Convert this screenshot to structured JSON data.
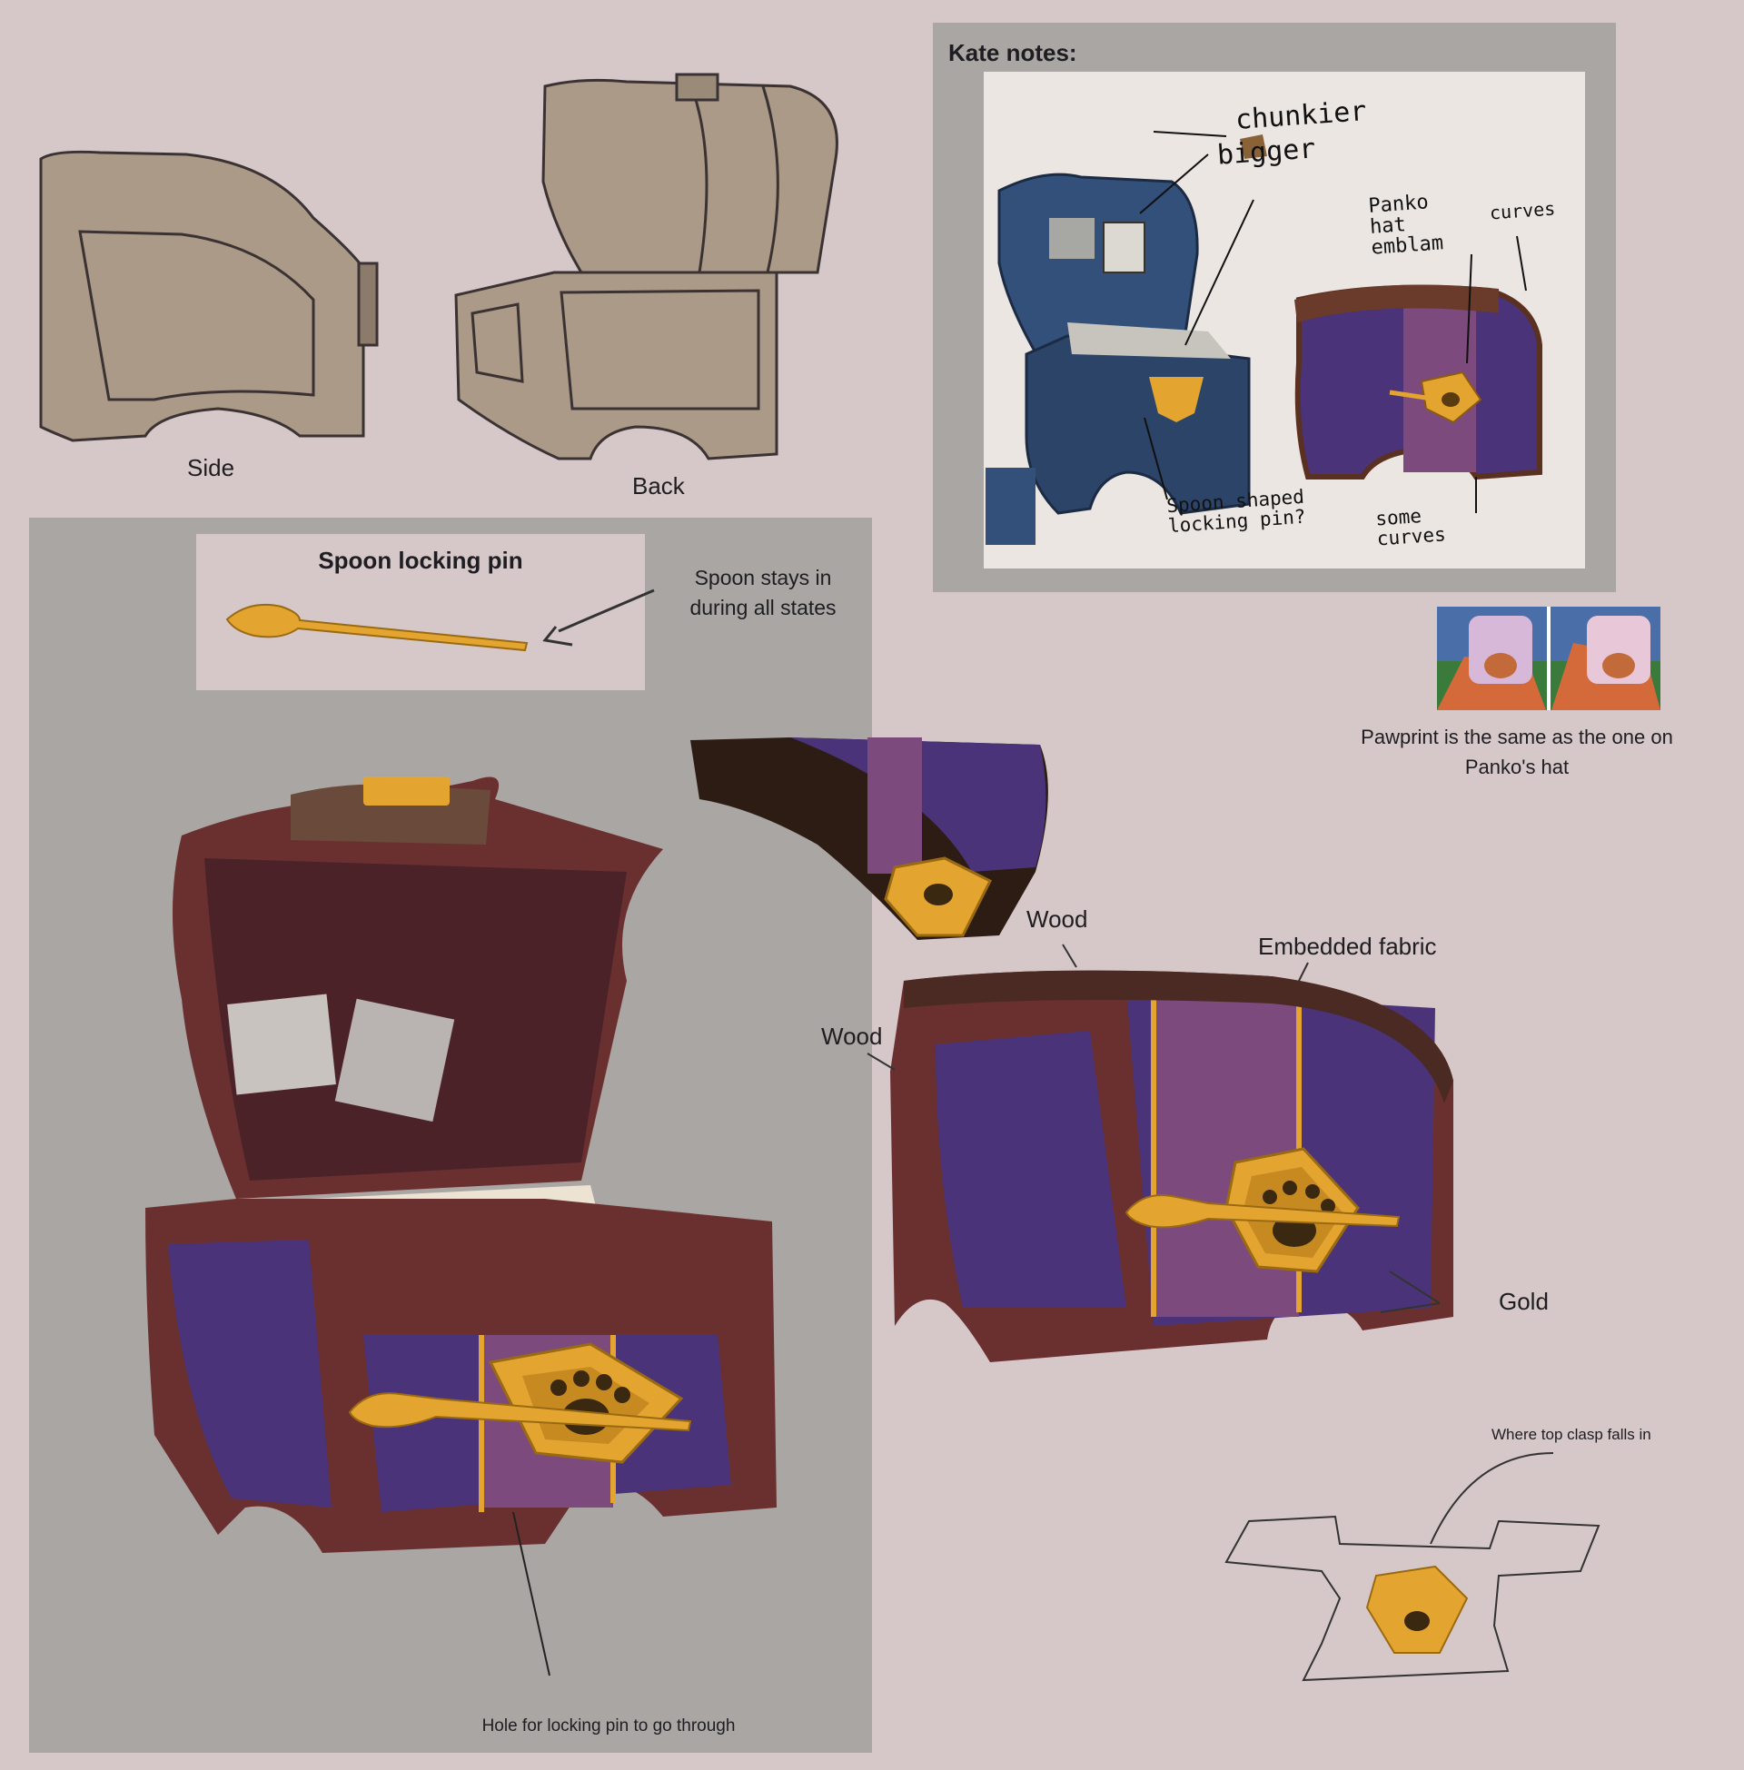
{
  "labels": {
    "side": "Side",
    "back": "Back",
    "kate_notes": "Kate notes:",
    "spoon_title": "Spoon locking pin",
    "spoon_note": "Spoon stays in during all states",
    "pawprint_note": "Pawprint is the same as the one on Panko's hat",
    "wood_top": "Wood",
    "wood_left": "Wood",
    "embedded_fabric": "Embedded fabric",
    "gold": "Gold",
    "top_clasp": "Where top clasp falls in",
    "hole_note": "Hole for locking pin to go through"
  },
  "handwritten": {
    "chunkier": "chunkier",
    "bigger": "bigger",
    "panko_emblem": "Panko hat emblam",
    "curves": "curves",
    "spoon_pin": "Spoon shaped locking pin?",
    "some_curves": "some curves"
  },
  "colors": {
    "background": "#d6c7c8",
    "panel_gray": "#a9a6a3",
    "wood": "#6a3030",
    "fabric_purple": "#4a3378",
    "fabric_mauve": "#7c4a7c",
    "gold": "#e3a530",
    "sketch_beige": "#ab9a87",
    "sketch_blue": "#33507a"
  }
}
